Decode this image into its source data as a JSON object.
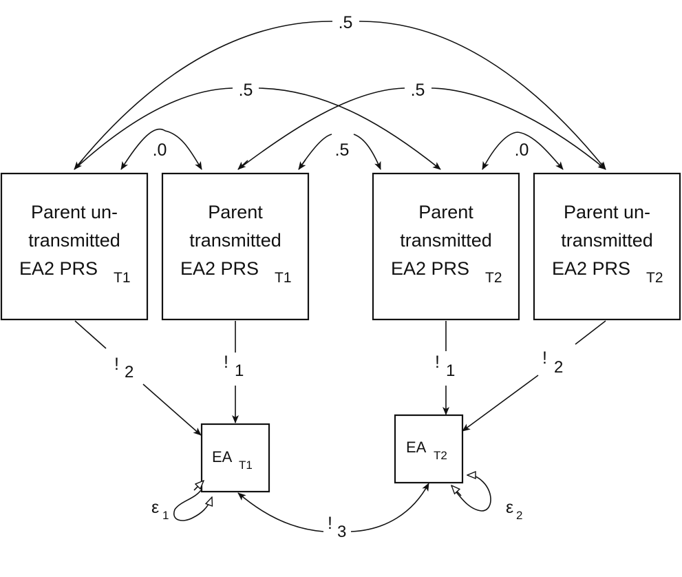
{
  "nodes": {
    "p_untrans_t1": {
      "lines": [
        "Parent un-",
        "transmitted"
      ],
      "main": "EA2 PRS",
      "sub": "T1"
    },
    "p_trans_t1": {
      "lines": [
        "Parent",
        "transmitted"
      ],
      "main": "EA2 PRS",
      "sub": "T1"
    },
    "p_trans_t2": {
      "lines": [
        "Parent",
        "transmitted"
      ],
      "main": "EA2 PRS",
      "sub": "T2"
    },
    "p_untrans_t2": {
      "lines": [
        "Parent un-",
        "transmitted"
      ],
      "main": "EA2 PRS",
      "sub": "T2"
    },
    "ea_t1": {
      "main": "EA",
      "sub": "T1"
    },
    "ea_t2": {
      "main": "EA",
      "sub": "T2"
    }
  },
  "correlations": {
    "untrans_t1__untrans_t2": ".5",
    "untrans_t1__trans_t2": ".5",
    "trans_t1__untrans_t2": ".5",
    "untrans_t1__trans_t1": ".0",
    "trans_t1__trans_t2": ".5",
    "trans_t2__untrans_t2": ".0"
  },
  "paths": {
    "untrans_t1_to_ea_t1": {
      "symbol": "!",
      "sub": "2"
    },
    "trans_t1_to_ea_t1": {
      "symbol": "!",
      "sub": "1"
    },
    "trans_t2_to_ea_t2": {
      "symbol": "!",
      "sub": "1"
    },
    "untrans_t2_to_ea_t2": {
      "symbol": "!",
      "sub": "2"
    },
    "ea_t1__ea_t2": {
      "symbol": "!",
      "sub": "3"
    }
  },
  "errors": {
    "ea_t1": {
      "symbol": "ε",
      "sub": "1"
    },
    "ea_t2": {
      "symbol": "ε",
      "sub": "2"
    }
  }
}
